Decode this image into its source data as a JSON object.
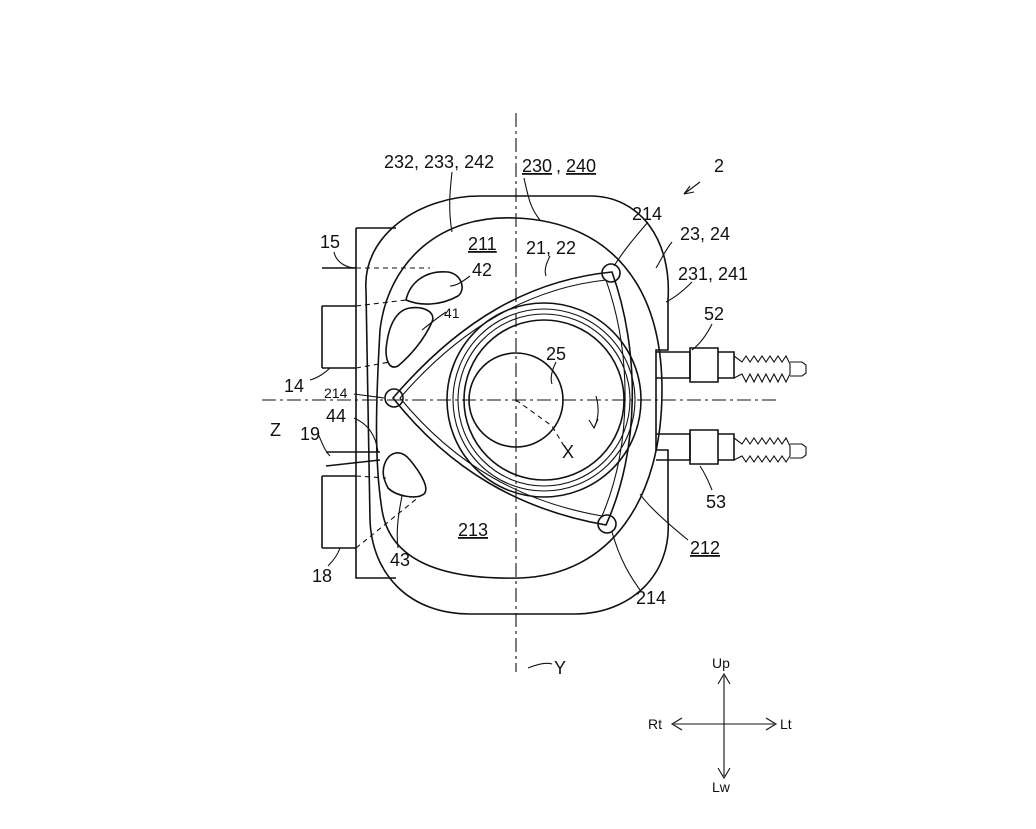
{
  "labels": {
    "l2": "2",
    "l232": "232, 233, 242",
    "l230": "230",
    "l240": "240",
    "comma": ",",
    "l214a": "214",
    "l2324": "23, 24",
    "l231": "231, 241",
    "l211": "211",
    "l2122": "21, 22",
    "l15": "15",
    "l42": "42",
    "l41": "41",
    "l52": "52",
    "l25": "25",
    "l14": "14",
    "l214b": "214",
    "l44": "44",
    "lZ": "Z",
    "l19": "19",
    "lX": "X",
    "l53": "53",
    "l213": "213",
    "l212": "212",
    "l18": "18",
    "l43": "43",
    "l214c": "214",
    "lY": "Y"
  },
  "compass": {
    "up": "Up",
    "down": "Lw",
    "left": "Rt",
    "right": "Lt"
  }
}
